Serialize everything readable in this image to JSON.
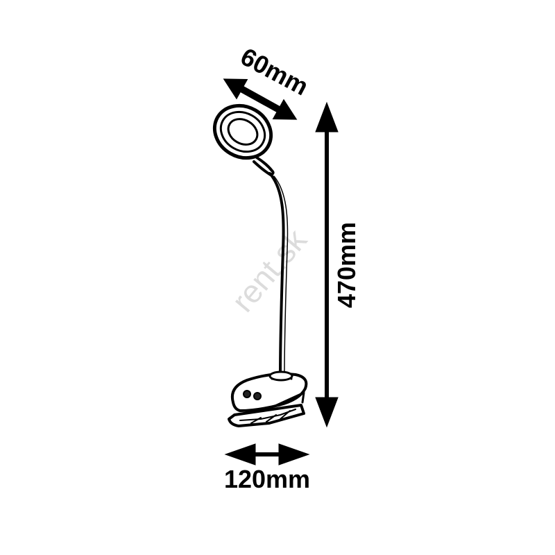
{
  "dimensions": {
    "head_width": "60mm",
    "height": "470mm",
    "base_width": "120mm"
  },
  "watermark": "rent.sk",
  "colors": {
    "line": "#000000",
    "background": "#ffffff",
    "watermark": "#dcdcdc"
  }
}
